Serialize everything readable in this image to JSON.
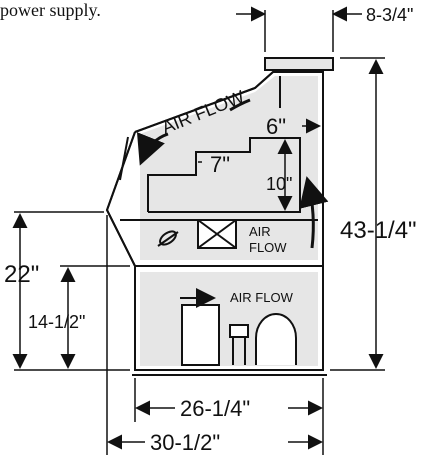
{
  "caption": {
    "text_fragment": "power supply."
  },
  "dimensions": {
    "top_width": "8-3/4\"",
    "overall_height": "43-1/4\"",
    "left_total_height": "22\"",
    "left_lower_height": "14-1/2\"",
    "inner_width": "26-1/4\"",
    "overall_width": "30-1/2\"",
    "interior_upper": "6\"",
    "interior_middle": "7\"",
    "interior_vertical": "10\""
  },
  "labels": {
    "air_flow_top": "AIR FLOW",
    "air_flow_mid_line1": "AIR",
    "air_flow_mid_line2": "FLOW",
    "air_flow_bottom": "AIR FLOW"
  },
  "colors": {
    "line": "#111111",
    "panel": "#e6e6e6",
    "background": "#ffffff"
  }
}
